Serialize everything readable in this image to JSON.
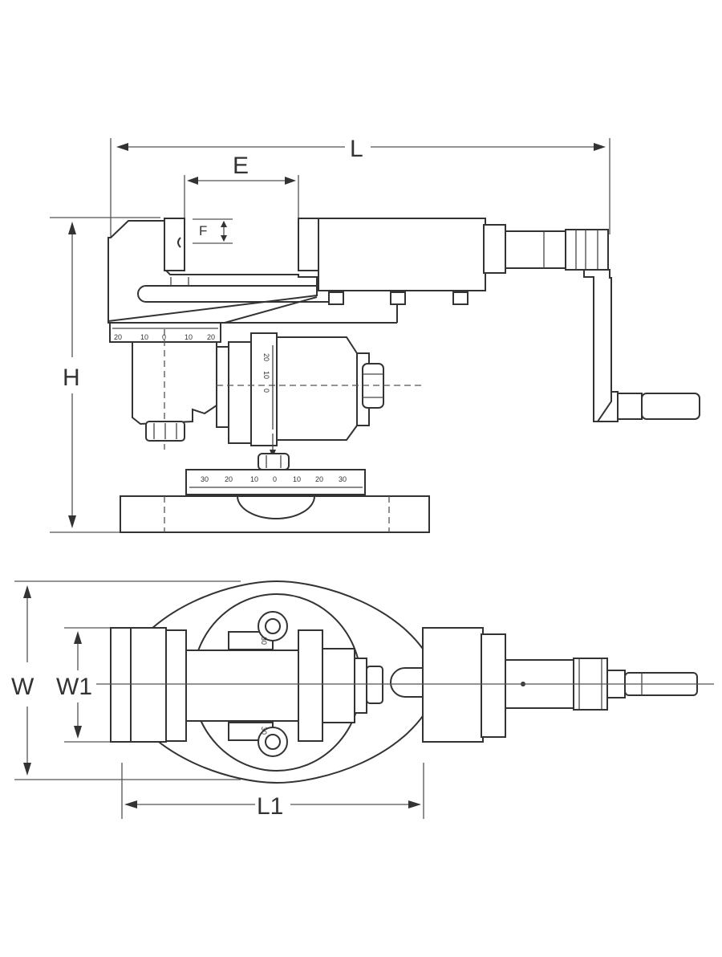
{
  "dimension_labels": {
    "L": "L",
    "E": "E",
    "F": "F",
    "H": "H",
    "W": "W",
    "W1": "W1",
    "L1": "L1"
  },
  "scales": {
    "top": [
      "20",
      "10",
      "0",
      "10",
      "20"
    ],
    "base": [
      "30",
      "20",
      "10",
      "0",
      "10",
      "20",
      "30"
    ],
    "vertical": [
      "20",
      "10",
      "0"
    ],
    "vise_top": "30",
    "vise_bottom": "30"
  },
  "colors": {
    "line": "#333333",
    "background": "#ffffff"
  }
}
